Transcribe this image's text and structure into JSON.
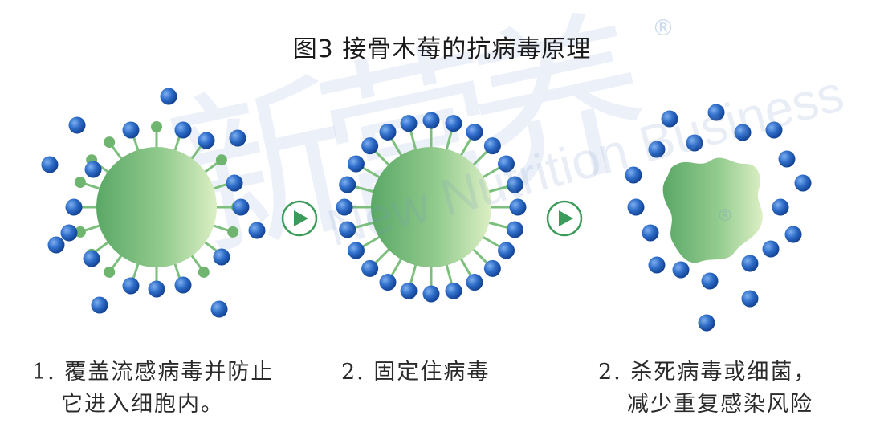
{
  "title": "图3 接骨木莓的抗病毒原理",
  "steps": [
    {
      "label_line1": "1. 覆盖流感病毒并防止",
      "label_line2": "它进入细胞内。"
    },
    {
      "label_line1": "2. 固定住病毒",
      "label_line2": ""
    },
    {
      "label_line1": "2. 杀死病毒或细菌，",
      "label_line2": "减少重复感染风险"
    }
  ],
  "watermark": {
    "cn": "新营养",
    "en": "New Nutrition Business",
    "reg": "®"
  },
  "colors": {
    "virus_dark": "#5aa866",
    "virus_light": "#d9ecc0",
    "particle": "#2a66c4",
    "arrow": "#3b9b5a"
  }
}
